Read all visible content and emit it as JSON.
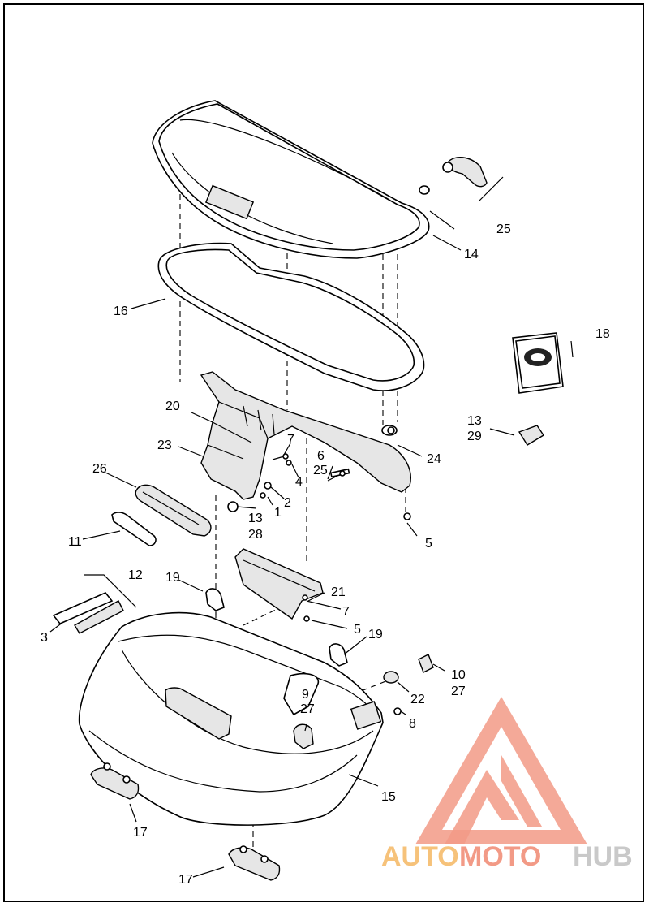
{
  "callouts": [
    {
      "id": "c1",
      "text": "1"
    },
    {
      "id": "c2",
      "text": "2"
    },
    {
      "id": "c3",
      "text": "3"
    },
    {
      "id": "c4",
      "text": "4"
    },
    {
      "id": "c5a",
      "text": "5"
    },
    {
      "id": "c5b",
      "text": "5"
    },
    {
      "id": "c6",
      "text": "6"
    },
    {
      "id": "c7a",
      "text": "7"
    },
    {
      "id": "c7b",
      "text": "7"
    },
    {
      "id": "c8",
      "text": "8"
    },
    {
      "id": "c9",
      "text": "9"
    },
    {
      "id": "c10",
      "text": "10"
    },
    {
      "id": "c11",
      "text": "11"
    },
    {
      "id": "c12",
      "text": "12"
    },
    {
      "id": "c13a",
      "text": "13"
    },
    {
      "id": "c13b",
      "text": "13"
    },
    {
      "id": "c14",
      "text": "14"
    },
    {
      "id": "c15",
      "text": "15"
    },
    {
      "id": "c16",
      "text": "16"
    },
    {
      "id": "c17a",
      "text": "17"
    },
    {
      "id": "c17b",
      "text": "17"
    },
    {
      "id": "c18",
      "text": "18"
    },
    {
      "id": "c19a",
      "text": "19"
    },
    {
      "id": "c19b",
      "text": "19"
    },
    {
      "id": "c20",
      "text": "20"
    },
    {
      "id": "c21",
      "text": "21"
    },
    {
      "id": "c22",
      "text": "22"
    },
    {
      "id": "c23",
      "text": "23"
    },
    {
      "id": "c24",
      "text": "24"
    },
    {
      "id": "c25a",
      "text": "25"
    },
    {
      "id": "c25b",
      "text": "25"
    },
    {
      "id": "c26",
      "text": "26"
    },
    {
      "id": "c27a",
      "text": "27"
    },
    {
      "id": "c27b",
      "text": "27"
    },
    {
      "id": "c28",
      "text": "28"
    },
    {
      "id": "c29",
      "text": "29"
    }
  ],
  "watermark": {
    "word_part1": "AUTO",
    "word_part2": "MOTO",
    "word_part3": "HUB",
    "colors": {
      "primary": "#f29a86",
      "secondary": "#f6c27a",
      "tertiary": "#c9c9c9"
    }
  },
  "icons": [
    "saddlebag-lid",
    "lid-gasket",
    "hinge-bracket",
    "saddlebag-body",
    "latch-handle",
    "mount-clip",
    "emblem-badge",
    "watermark-logo"
  ]
}
